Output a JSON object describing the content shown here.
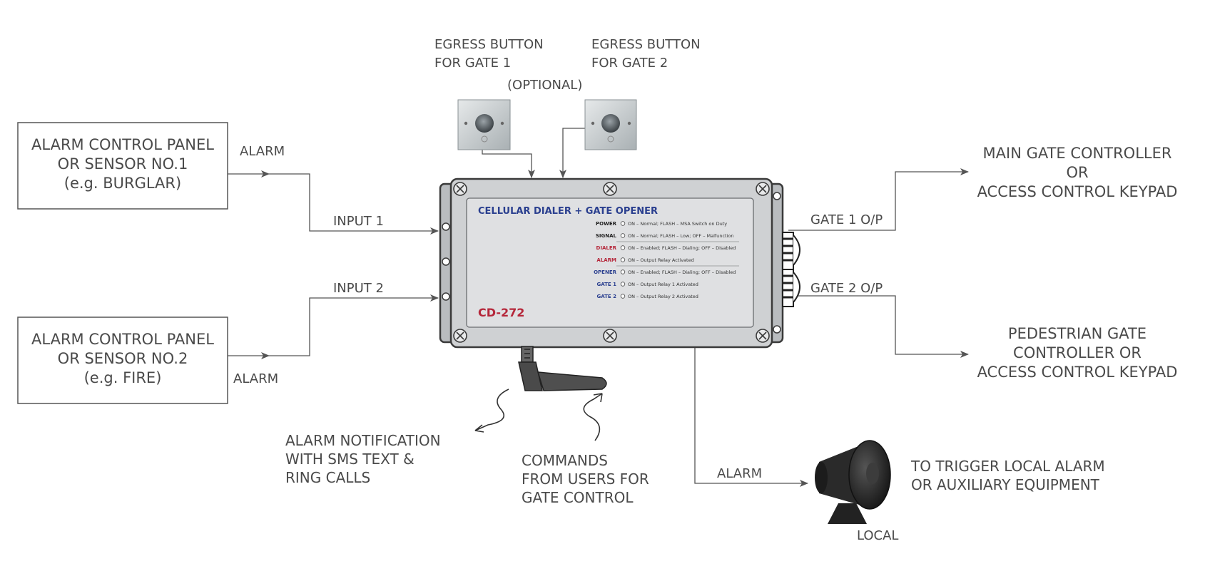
{
  "inputs": {
    "sensor1": {
      "lines": [
        "ALARM CONTROL PANEL",
        "OR SENSOR NO.1",
        "(e.g. BURGLAR)"
      ],
      "signal": "ALARM",
      "input": "INPUT 1"
    },
    "sensor2": {
      "lines": [
        "ALARM CONTROL PANEL",
        "OR SENSOR NO.2",
        "(e.g. FIRE)"
      ],
      "signal": "ALARM",
      "input": "INPUT 2"
    }
  },
  "egress": {
    "gate1": [
      "EGRESS BUTTON",
      "FOR GATE 1"
    ],
    "gate2": [
      "EGRESS BUTTON",
      "FOR GATE 2"
    ],
    "optional": "(OPTIONAL)"
  },
  "device": {
    "title": "CELLULAR DIALER + GATE OPENER",
    "model": "CD-272",
    "leds": [
      {
        "name": "POWER",
        "color": "#222222",
        "desc": "ON – Normal;   FLASH – MSA Switch on Duty"
      },
      {
        "name": "SIGNAL",
        "color": "#222222",
        "desc": "ON – Normal;   FLASH – Low;      OFF – Malfunction"
      },
      {
        "name": "DIALER",
        "color": "#b5273a",
        "desc": "ON – Enabled;  FLASH – Dialing;  OFF – Disabled"
      },
      {
        "name": "ALARM",
        "color": "#b5273a",
        "desc": "ON – Output Relay Activated"
      },
      {
        "name": "OPENER",
        "color": "#2a3f8f",
        "desc": "ON – Enabled;  FLASH – Dialing;  OFF – Disabled"
      },
      {
        "name": "GATE 1",
        "color": "#2a3f8f",
        "desc": "ON – Output Relay 1 Activated"
      },
      {
        "name": "GATE 2",
        "color": "#2a3f8f",
        "desc": "ON – Output Relay 2 Activated"
      }
    ]
  },
  "outputs": {
    "gate1": {
      "label": "GATE 1 O/P",
      "lines": [
        "MAIN GATE CONTROLLER",
        "OR",
        "ACCESS CONTROL KEYPAD"
      ]
    },
    "gate2": {
      "label": "GATE 2 O/P",
      "lines": [
        "PEDESTRIAN GATE",
        "CONTROLLER OR",
        "ACCESS CONTROL KEYPAD"
      ]
    },
    "local": {
      "signal": "ALARM",
      "lines": [
        "TO TRIGGER LOCAL ALARM",
        "OR AUXILIARY EQUIPMENT"
      ],
      "caption": "LOCAL"
    }
  },
  "antenna": {
    "notification": [
      "ALARM NOTIFICATION",
      "WITH SMS TEXT &",
      "RING CALLS"
    ],
    "commands": [
      "COMMANDS",
      "FROM USERS FOR",
      "GATE CONTROL"
    ]
  },
  "colors": {
    "line": "#555555",
    "device_body": "#cfd1d3",
    "panel": "#dfe0e2",
    "title_blue": "#2a3f8f",
    "model_red": "#b5273a"
  }
}
